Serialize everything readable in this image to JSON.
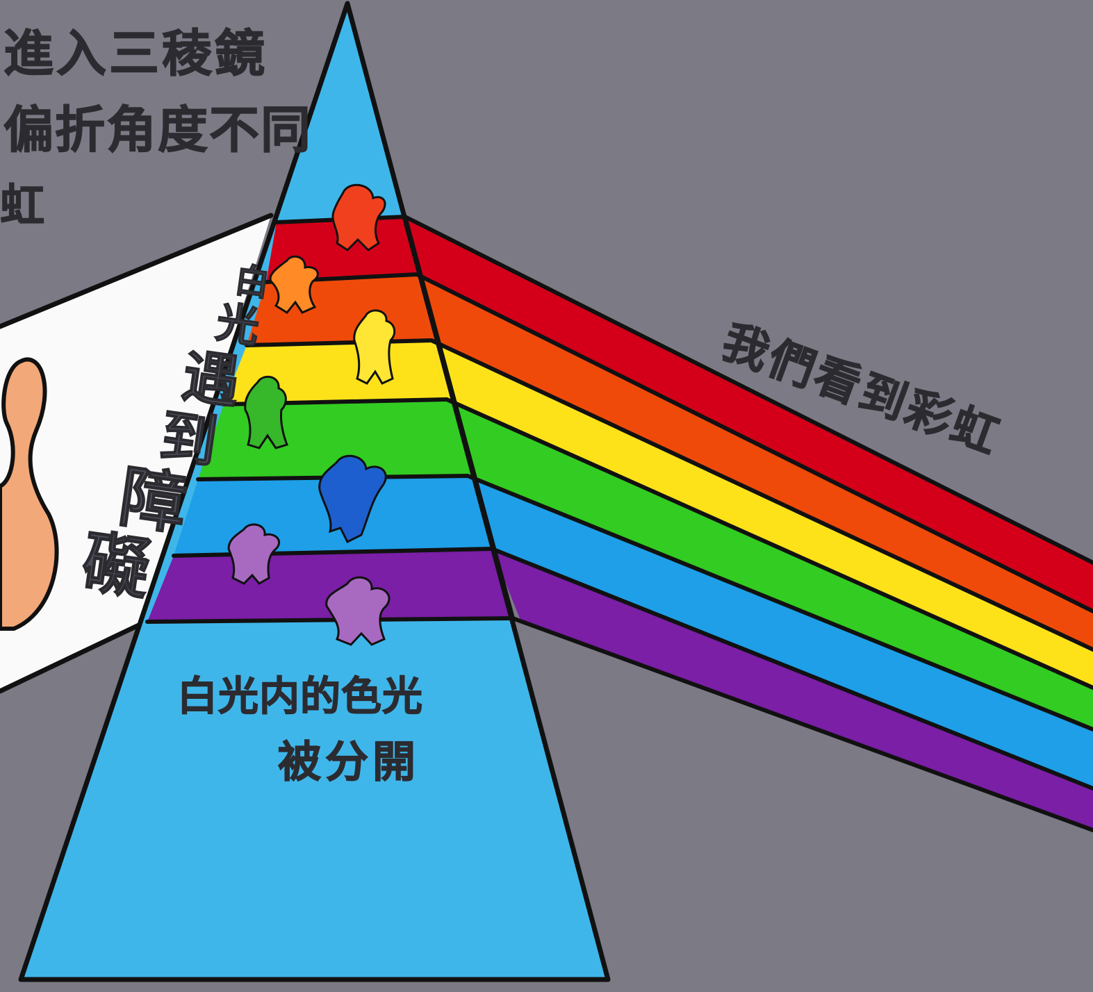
{
  "labels": {
    "top_left_line1": "進入三稜鏡",
    "top_left_line2": "偏折角度不同",
    "top_left_line3": "虹",
    "vertical": [
      "白",
      "光",
      "遇",
      "到",
      "障",
      "礙"
    ],
    "rainbow": "我們看到彩虹",
    "prism_line1": "白光内的色光",
    "prism_line2": "被分開"
  },
  "colors": {
    "background": "#7b7a85",
    "prism": "#3fb6ea",
    "white_beam": "#fafafa",
    "red": "#d4001a",
    "orange": "#f04a0a",
    "yellow": "#fde21a",
    "green": "#33cc22",
    "blue": "#1e9fe8",
    "violet": "#7a1fa6",
    "hand_orange": "#f2a878"
  },
  "bands": [
    "red",
    "orange",
    "yellow",
    "green",
    "blue",
    "violet"
  ],
  "figures": [
    {
      "name": "red-person-figure",
      "color": "#f0401e"
    },
    {
      "name": "orange-person-figure",
      "color": "#ff8a26"
    },
    {
      "name": "yellow-person-figure",
      "color": "#ffe634"
    },
    {
      "name": "green-person-figure",
      "color": "#36b82a"
    },
    {
      "name": "blue-person-figure",
      "color": "#1d5fcf"
    },
    {
      "name": "purple-person-figure",
      "color": "#a86ac0"
    },
    {
      "name": "violet-person-figure",
      "color": "#a86ac0"
    }
  ]
}
